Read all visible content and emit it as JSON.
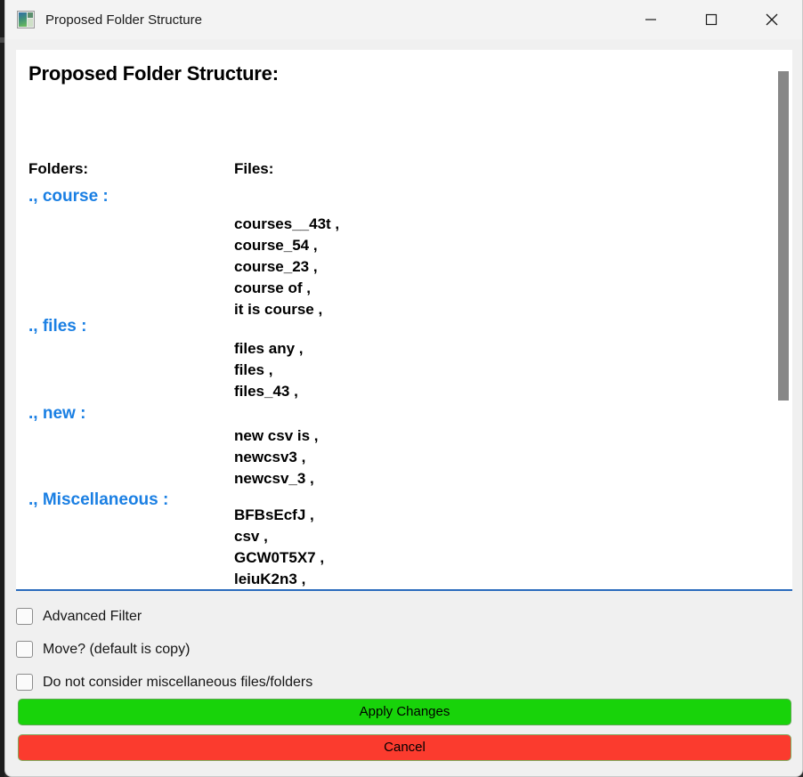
{
  "window": {
    "title": "Proposed Folder Structure",
    "icon": "image-preview-icon",
    "controls": {
      "minimize": "minimize-icon",
      "maximize": "maximize-icon",
      "close": "close-icon"
    }
  },
  "content": {
    "heading": "Proposed Folder Structure:",
    "columns": {
      "folders": "Folders:",
      "files": "Files:"
    },
    "groups": [
      {
        "folder": "., course :",
        "files": [
          "courses__43t ,",
          "course_54 ,",
          "course_23 ,",
          "course of ,",
          "it is course ,"
        ]
      },
      {
        "folder": "., files :",
        "files": [
          "files any ,",
          "files ,",
          "files_43 ,"
        ]
      },
      {
        "folder": "., new :",
        "files": [
          "new csv is ,",
          "newcsv3 ,",
          "newcsv_3 ,"
        ]
      },
      {
        "folder": "., Miscellaneous :",
        "files": [
          "BFBsEcfJ ,",
          "csv ,",
          "GCW0T5X7 ,",
          "leiuK2n3 ,"
        ]
      }
    ]
  },
  "options": [
    {
      "label": "Advanced Filter",
      "checked": false
    },
    {
      "label": "Move? (default is copy)",
      "checked": false
    },
    {
      "label": "Do not consider miscellaneous files/folders",
      "checked": false
    }
  ],
  "actions": {
    "apply": "Apply Changes",
    "cancel": "Cancel"
  },
  "colors": {
    "folder_blue": "#1a7fe3",
    "apply_green": "#18d30a",
    "cancel_red": "#fb3b2e",
    "divider_blue": "#2a6bbd",
    "scroll_thumb": "#878787"
  }
}
